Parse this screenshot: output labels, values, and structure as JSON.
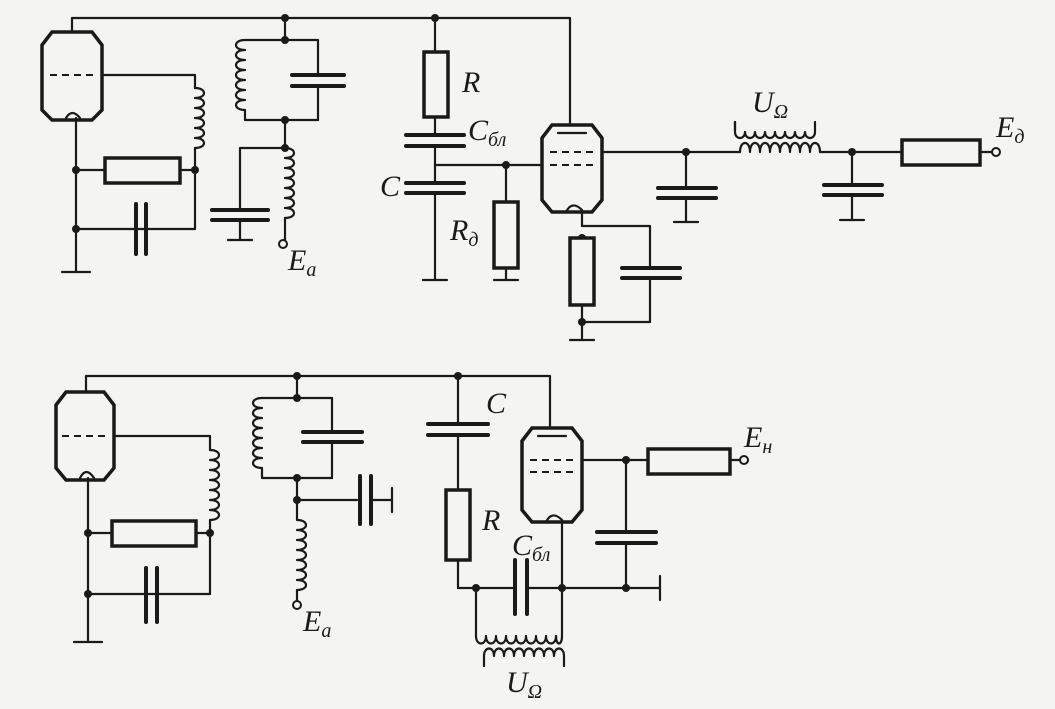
{
  "diagram": {
    "top": {
      "labels": {
        "resistor_r": {
          "main": "R",
          "sub": ""
        },
        "cap_block": {
          "main": "C",
          "sub": "бл"
        },
        "cap_c": {
          "main": "C",
          "sub": ""
        },
        "resistor_rd": {
          "main": "R",
          "sub": "д"
        },
        "modulation": {
          "main": "U",
          "sub": "Ω"
        },
        "supply_ed": {
          "main": "E",
          "sub": "д"
        },
        "supply_ea": {
          "main": "E",
          "sub": "a"
        }
      }
    },
    "bottom": {
      "labels": {
        "cap_c": {
          "main": "C",
          "sub": ""
        },
        "resistor_r": {
          "main": "R",
          "sub": ""
        },
        "cap_block": {
          "main": "C",
          "sub": "бл"
        },
        "modulation": {
          "main": "U",
          "sub": "Ω"
        },
        "supply_en": {
          "main": "E",
          "sub": "н"
        },
        "supply_ea": {
          "main": "E",
          "sub": "a"
        }
      }
    }
  }
}
